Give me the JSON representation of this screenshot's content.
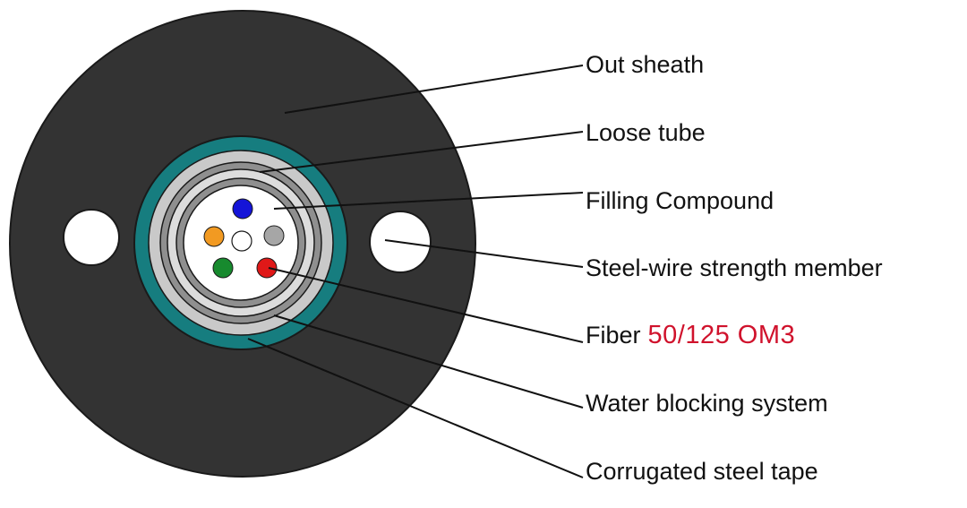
{
  "labels": {
    "out_sheath": "Out sheath",
    "loose_tube": "Loose tube",
    "filling_compound": "Filling Compound",
    "steel_wire": "Steel-wire strength member",
    "fiber": "Fiber",
    "fiber_spec": "50/125 OM3",
    "water_blocking": "Water blocking system",
    "corrugated_tape": "Corrugated steel tape"
  },
  "colors": {
    "sheath": "#333333",
    "steel_tape": "#167d7f",
    "water_blocking": "#c9c9c9",
    "tube_ring": "#8f8f8f",
    "tube_band": "#dcdcdc",
    "filling": "#ffffff",
    "fiber_spec_text": "#d0122c",
    "fibers": {
      "blue": "#1414d8",
      "orange": "#f29a22",
      "white": "#ffffff",
      "gray": "#a6a6a6",
      "green": "#178a2e",
      "red": "#e01818"
    }
  }
}
